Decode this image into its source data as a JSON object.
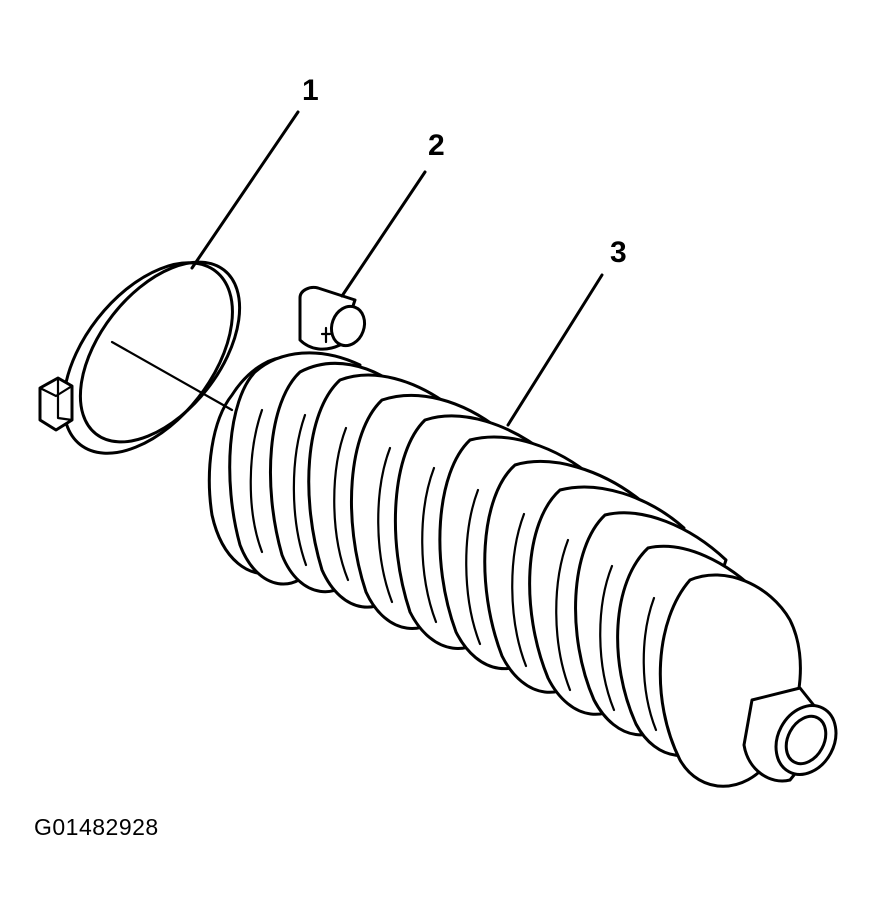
{
  "callouts": [
    {
      "number": "1"
    },
    {
      "number": "2"
    },
    {
      "number": "3"
    }
  ],
  "figure_id": "G01482928"
}
